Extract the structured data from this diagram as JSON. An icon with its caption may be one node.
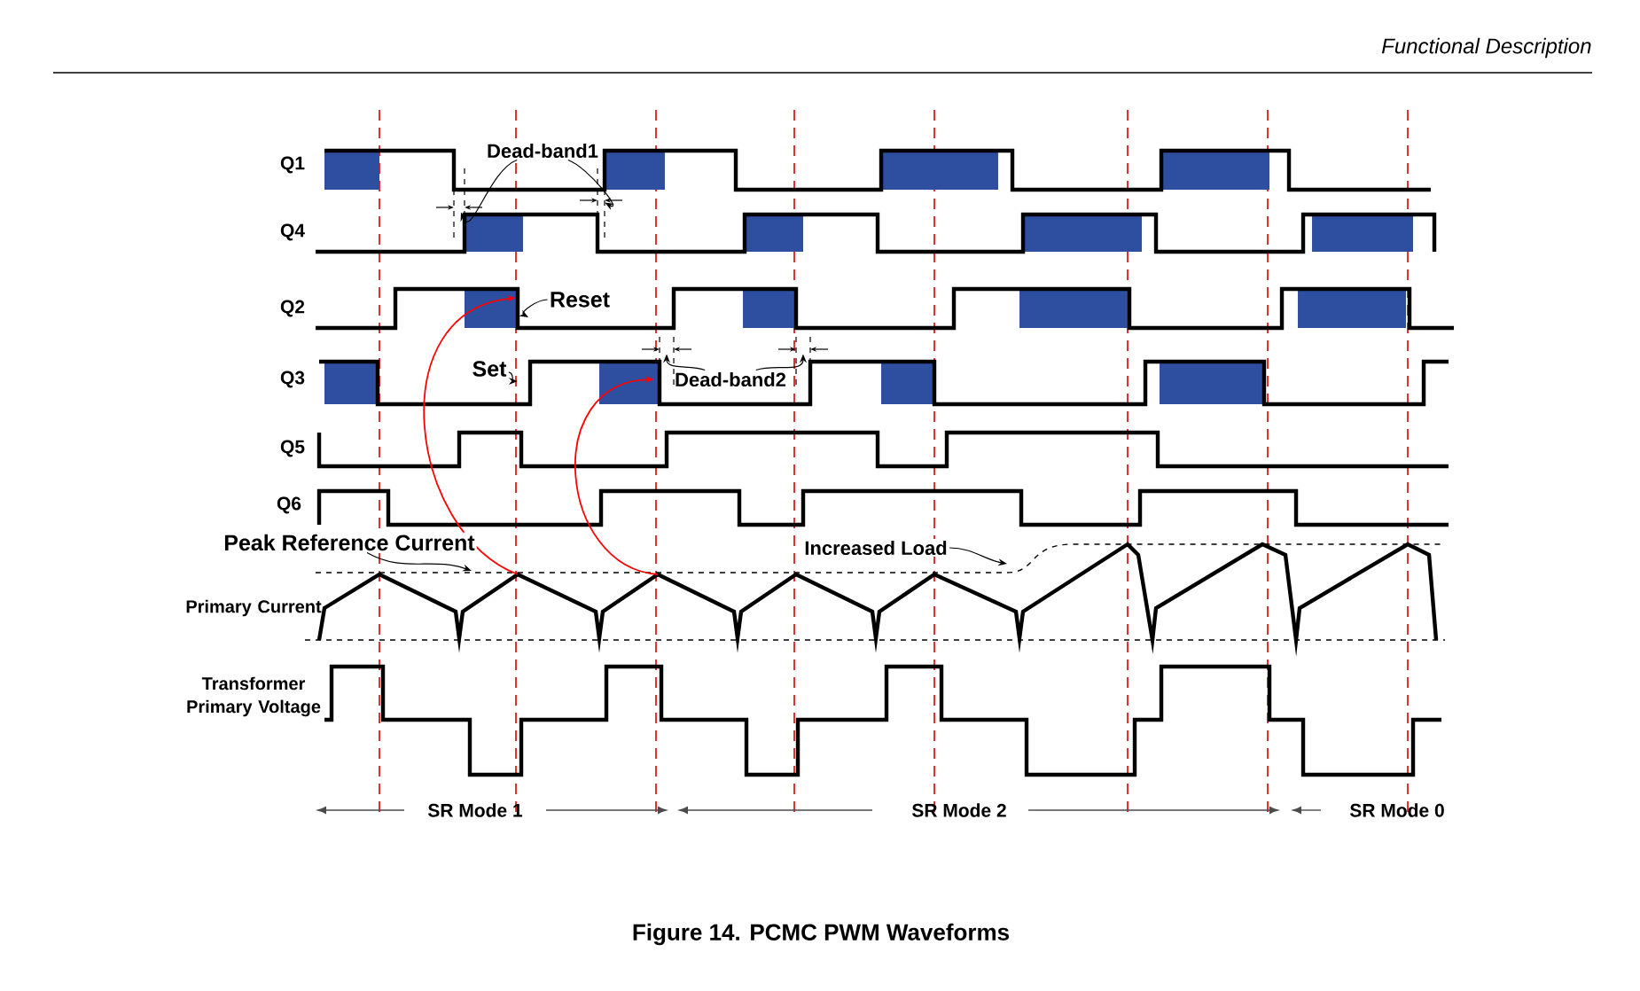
{
  "diagram": {
    "caption": "Figure 14. PCMC PWM Waveforms",
    "nodes": [
      {
        "text": [
          "Dead-band1"
        ]
      },
      {
        "text": [
          "Reset"
        ]
      },
      {
        "text": [
          "Set"
        ]
      },
      {
        "text": [
          "Dead-band2"
        ]
      },
      {
        "text": [
          "Peak Reference Current"
        ]
      },
      {
        "text": [
          "Increased Load"
        ]
      },
      {
        "text": [],
        "shape": "bar"
      },
      {
        "text": [],
        "shape": "bar"
      },
      {
        "text": [],
        "shape": "bar"
      },
      {
        "text": [],
        "shape": "bar"
      }
    ],
    "edges": [
      {
        "from": 0,
        "to": 6,
        "arrow": "to"
      },
      {
        "from": 0,
        "to": 7,
        "arrow": "to"
      },
      {
        "from": 1,
        "to": null,
        "arrow": "to"
      },
      {
        "from": 2,
        "to": null,
        "arrow": "to"
      },
      {
        "from": 3,
        "to": 8,
        "arrow": "to"
      },
      {
        "from": 3,
        "to": 9,
        "arrow": "to"
      },
      {
        "from": 4,
        "to": null,
        "arrow": "to"
      },
      {
        "from": 5,
        "to": null,
        "arrow": "to"
      }
    ],
    "labels": [
      "Functional Description",
      "Q1",
      "Q4",
      "Q2",
      "Q3",
      "Q5",
      "Q6",
      "Primary Current",
      "Transformer Primary Voltage",
      "SR Mode 1",
      "SR Mode 2",
      "SR Mode 0"
    ]
  }
}
